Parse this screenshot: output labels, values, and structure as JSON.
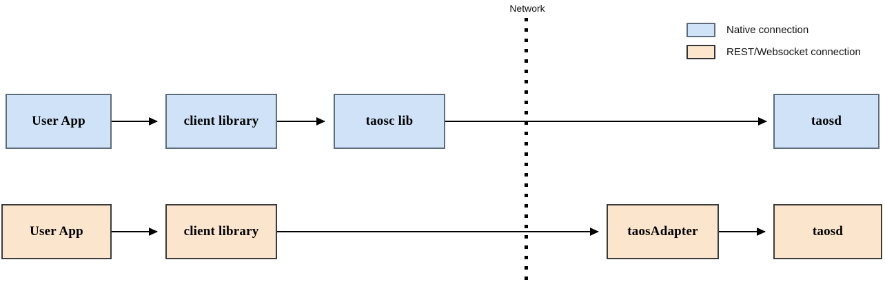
{
  "diagram": {
    "network_label": "Network",
    "legend": {
      "items": [
        {
          "label": "Native connection",
          "color": "#cfe2f8",
          "kind": "native"
        },
        {
          "label": "REST/Websocket connection",
          "color": "#fce5cd",
          "kind": "rest"
        }
      ]
    },
    "rows": [
      {
        "kind": "native",
        "nodes": [
          {
            "label": "User App"
          },
          {
            "label": "client library"
          },
          {
            "label": "taosc lib"
          },
          {
            "label": "taosd"
          }
        ]
      },
      {
        "kind": "rest",
        "nodes": [
          {
            "label": "User App"
          },
          {
            "label": "client library"
          },
          {
            "label": "taosAdapter"
          },
          {
            "label": "taosd"
          }
        ]
      }
    ]
  },
  "colors": {
    "native_fill": "#cfe2f8",
    "native_border": "#5d6b7a",
    "rest_fill": "#fce5cd",
    "rest_border": "#3a3a3a",
    "arrow": "#000000",
    "background": "#ffffff"
  }
}
